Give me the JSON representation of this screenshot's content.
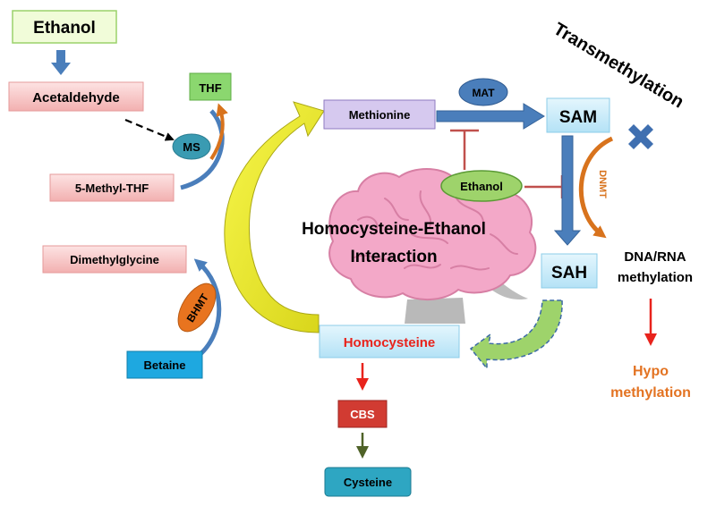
{
  "title": {
    "line1": "Homocysteine-Ethanol",
    "line2": "Interaction"
  },
  "nodes": {
    "ethanol_top": "Ethanol",
    "acetaldehyde": "Acetaldehyde",
    "thf": "THF",
    "ms": "MS",
    "methyl_thf": "5-Methyl-THF",
    "dimethylglycine": "Dimethylglycine",
    "bhmt": "BHMT",
    "betaine": "Betaine",
    "methionine": "Methionine",
    "mat": "MAT",
    "sam": "SAM",
    "ethanol_mid": "Ethanol",
    "sah": "SAH",
    "dnmt": "DNMT",
    "transmethylation": "Transmethylation",
    "dna_rna_line1": "DNA/RNA",
    "dna_rna_line2": "methylation",
    "hypo_line1": "Hypo",
    "hypo_line2": "methylation",
    "homocysteine": "Homocysteine",
    "cbs": "CBS",
    "cysteine": "Cysteine"
  },
  "colors": {
    "pink_box": "#f8c8c8",
    "green_box": "#8bd76f",
    "lavender_box": "#d6c9ef",
    "light_blue_box": "#c9ecfb",
    "betaine_box": "#1ea8e0",
    "teal_ellipse": "#3a9bb2",
    "orange_ellipse": "#e8741f",
    "blue_arrow": "#4a7ebb",
    "orange_curve": "#d8731d",
    "yellow_arrow": "#f1f01a",
    "inhibit_red": "#c0504d",
    "red_arrow": "#e8231c",
    "olive_arrow": "#4f6228",
    "cbs_red": "#d13b32",
    "cysteine_teal": "#2ea6c2",
    "hypo_orange": "#e37322",
    "brain_pink": "#f3a8c8"
  },
  "icons": {
    "cross": "x-mark-icon",
    "brain": "brain-icon"
  }
}
